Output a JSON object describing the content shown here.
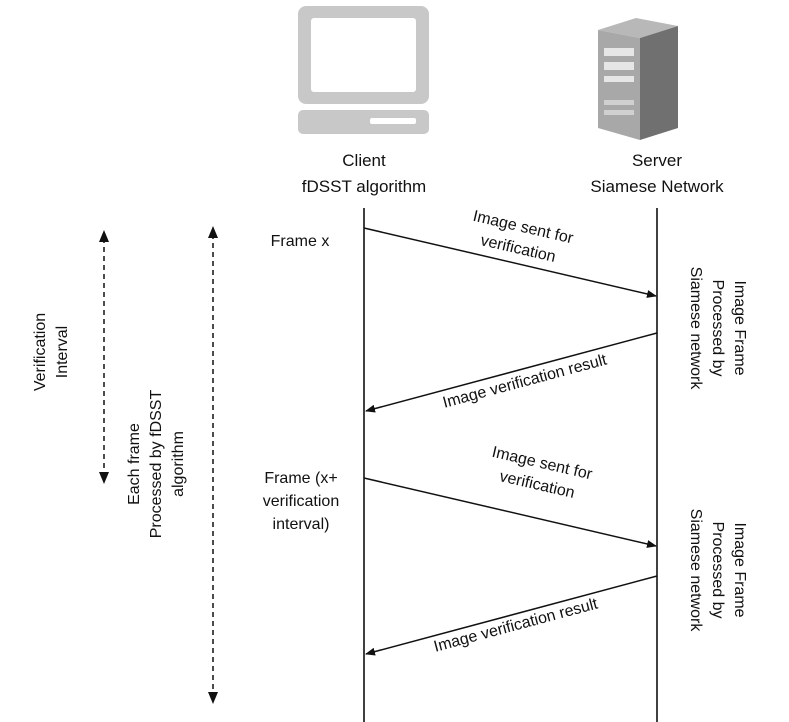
{
  "client": {
    "title_line1": "Client",
    "title_line2": "fDSST algorithm",
    "icon": "desktop-computer-icon"
  },
  "server": {
    "title_line1": "Server",
    "title_line2": "Siamese Network",
    "icon": "server-tower-icon"
  },
  "frames": {
    "frame_x": "Frame x",
    "frame_next_line1": "Frame (x+",
    "frame_next_line2": "verification",
    "frame_next_line3": "interval)"
  },
  "messages": {
    "sent1_line1": "Image sent for",
    "sent1_line2": "verification",
    "result1": "Image verification result",
    "sent2_line1": "Image sent for",
    "sent2_line2": "verification",
    "result2": "Image verification result"
  },
  "server_notes": {
    "note1_line1": "Image Frame",
    "note1_line2": "Processed by",
    "note1_line3": "Siamese network",
    "note2_line1": "Image Frame",
    "note2_line2": "Processed by",
    "note2_line3": "Siamese network"
  },
  "side_labels": {
    "verification_line1": "Verification",
    "verification_line2": "Interval",
    "each_frame_line1": "Each frame",
    "each_frame_line2": "Processed by fDSST",
    "each_frame_line3": "algorithm"
  },
  "colors": {
    "icon_gray": "#c8c8c8",
    "icon_dark": "#9a9a9a",
    "line": "#111111"
  }
}
